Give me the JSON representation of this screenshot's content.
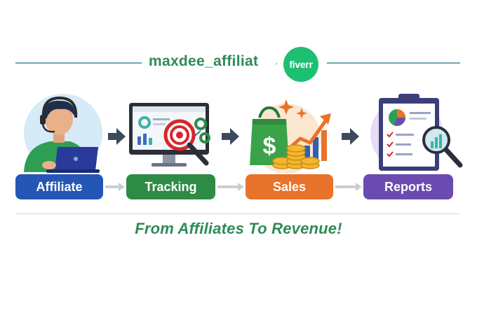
{
  "header": {
    "brand_text": "maxdee_affiliat",
    "separator": "·",
    "badge_text": "fiverr"
  },
  "steps": [
    {
      "label": "Affiliate",
      "color": "#2457b5"
    },
    {
      "label": "Tracking",
      "color": "#2e8b45"
    },
    {
      "label": "Sales",
      "color": "#e8732a"
    },
    {
      "label": "Reports",
      "color": "#6a4bb0"
    }
  ],
  "illustrations": {
    "sales_symbol": "$"
  },
  "tagline": "From Affiliates To Revenue!",
  "colors": {
    "brand_green": "#2e8b57",
    "fiverr_green": "#1dbf73",
    "arrow_dark": "#3d4a5c",
    "connector_gray": "#c8ced3"
  }
}
